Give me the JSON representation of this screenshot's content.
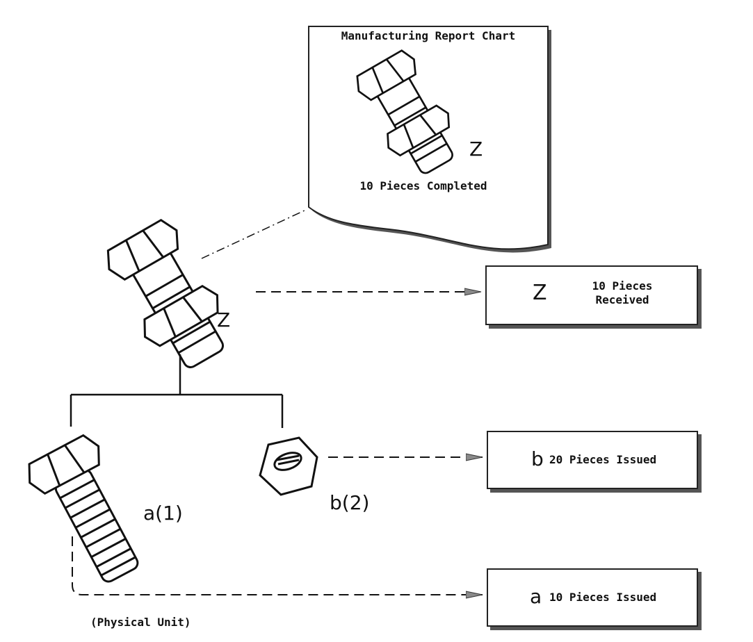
{
  "report_chart": {
    "title": "Manufacturing Report Chart",
    "item_label": "Z",
    "status": "10 Pieces Completed"
  },
  "assembly": {
    "label": "Z",
    "parts": [
      {
        "id": "a",
        "label": "a(1)"
      },
      {
        "id": "b",
        "label": "b(2)"
      }
    ],
    "caption": "(Physical Unit)"
  },
  "transactions": {
    "received": {
      "code": "Z",
      "line1": "10 Pieces",
      "line2": "Received"
    },
    "issued_b": {
      "code": "b",
      "text": "20 Pieces Issued"
    },
    "issued_a": {
      "code": "a",
      "text": "10 Pieces Issued"
    }
  },
  "colors": {
    "ink": "#111111",
    "shadow": "#555555",
    "background": "#ffffff"
  }
}
